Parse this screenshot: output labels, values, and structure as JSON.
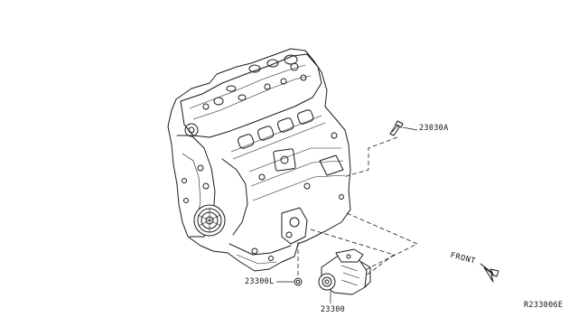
{
  "callouts": {
    "bolt": "23030A",
    "bracket_bolt": "23300L",
    "starter": "23300"
  },
  "front_label": "FRONT",
  "diagram_code": "R233006E",
  "colors": {
    "line": "#1a1a1a",
    "background": "#ffffff"
  },
  "icons": {
    "front_direction": "hollow-arrow-icon"
  }
}
